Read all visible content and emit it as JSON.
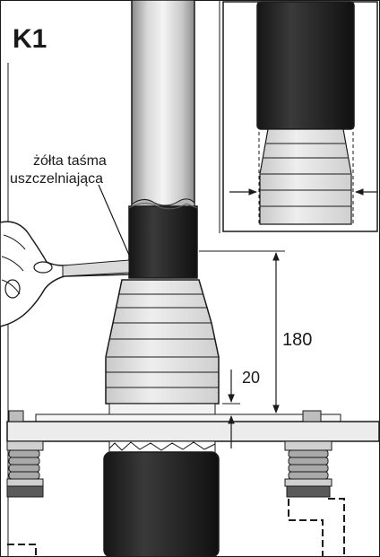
{
  "figure": {
    "step_label": "K1",
    "callout_label_line1": "żółta taśma",
    "callout_label_line2": "uszczelniająca",
    "dimensions": {
      "tape_height": "180",
      "clearance": "20"
    }
  },
  "colors": {
    "line": "#1a1a1a",
    "cable_jacket": "#2b2b2b",
    "pipe": "#d4d4d4",
    "tape": "#e4e4e4",
    "plate": "#ececec",
    "background": "#ffffff"
  }
}
